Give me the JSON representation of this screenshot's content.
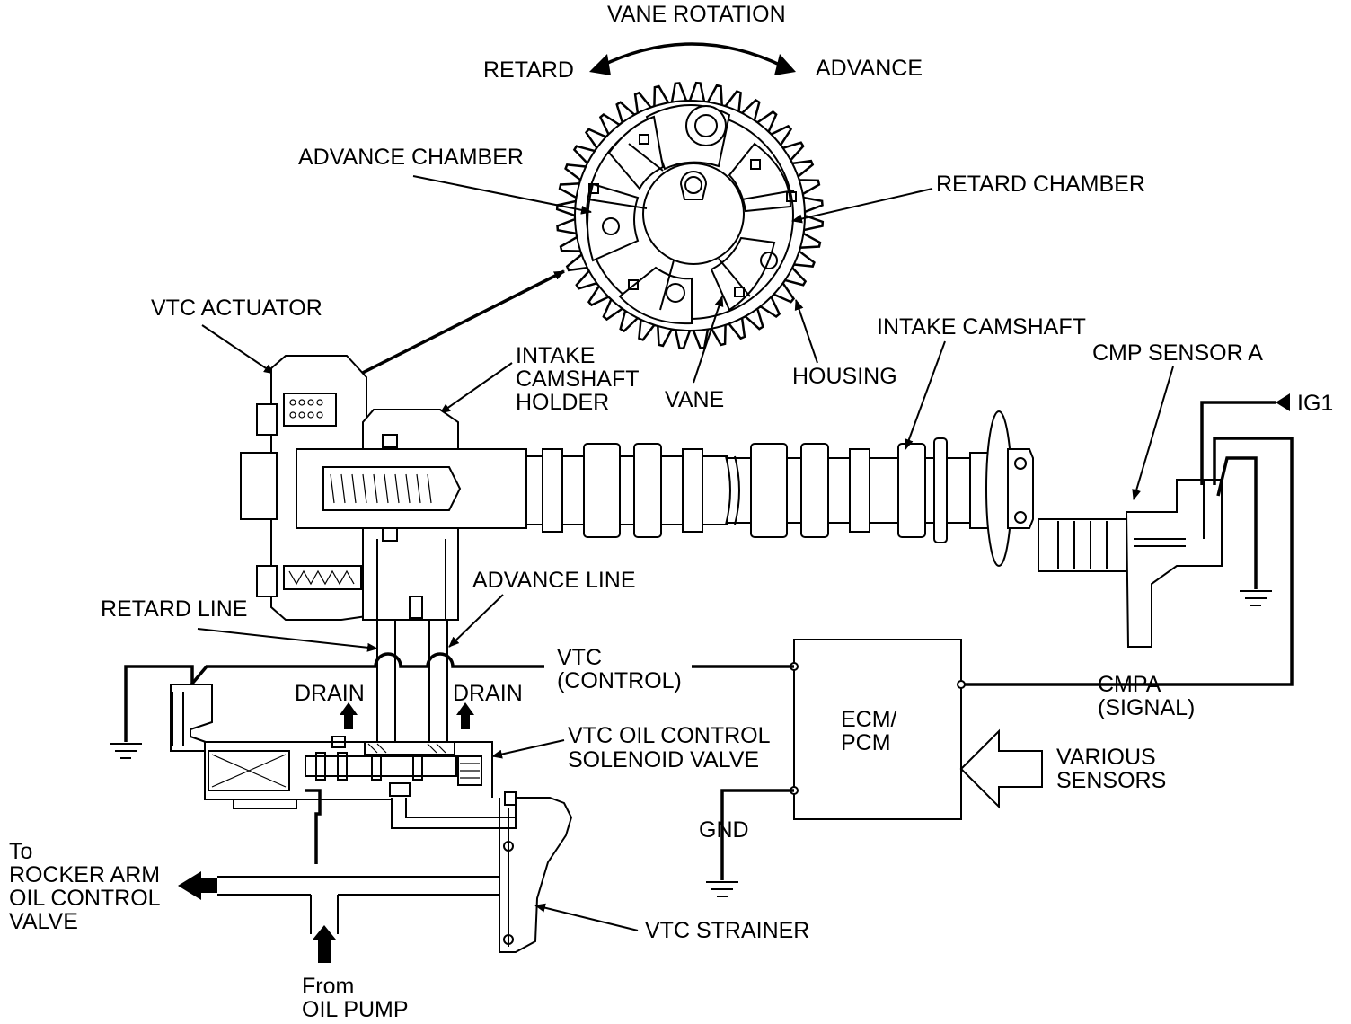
{
  "labels": {
    "vane_rotation": "VANE ROTATION",
    "retard": "RETARD",
    "advance": "ADVANCE",
    "advance_chamber": "ADVANCE CHAMBER",
    "retard_chamber": "RETARD CHAMBER",
    "vtc_actuator": "VTC ACTUATOR",
    "intake_camshaft_holder": [
      "INTAKE",
      "CAMSHAFT",
      "HOLDER"
    ],
    "vane": "VANE",
    "housing": "HOUSING",
    "intake_camshaft": "INTAKE CAMSHAFT",
    "cmp_sensor_a": "CMP SENSOR A",
    "ig1": "IG1",
    "advance_line": "ADVANCE LINE",
    "retard_line": "RETARD LINE",
    "vtc_control": [
      "VTC",
      "(CONTROL)"
    ],
    "drain_left": "DRAIN",
    "drain_right": "DRAIN",
    "vtc_oil_control_solenoid_valve": [
      "VTC OIL CONTROL",
      "SOLENOID VALVE"
    ],
    "ecm_pcm": [
      "ECM/",
      "PCM"
    ],
    "cmpa_signal": [
      "CMPA",
      "(SIGNAL)"
    ],
    "various_sensors": [
      "VARIOUS",
      "SENSORS"
    ],
    "gnd": "GND",
    "to_rocker_arm": [
      "To",
      "ROCKER ARM",
      "OIL CONTROL",
      "VALVE"
    ],
    "vtc_strainer": "VTC STRAINER",
    "from_oil_pump": [
      "From",
      "OIL PUMP"
    ]
  },
  "colors": {
    "line": "#000000",
    "background": "#ffffff"
  }
}
